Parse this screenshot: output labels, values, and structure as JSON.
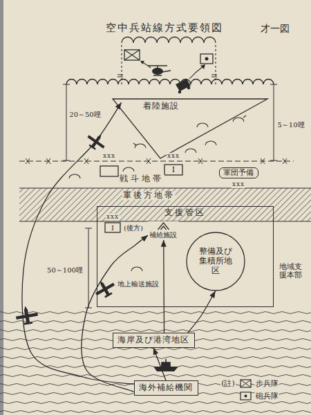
{
  "diagram": {
    "title": "空中兵站線方式要領図",
    "nodes": [
      {
        "text": [
          "着陸施設"
        ]
      },
      {
        "text": [
          "軍団予備"
        ]
      },
      {
        "text": [
          "支援管区"
        ]
      },
      {
        "text": [
          "補給施設"
        ],
        "in": 2
      },
      {
        "text": [
          "整備及び集積所地区"
        ],
        "in": 2
      },
      {
        "text": [
          "海岸及び港湾地区"
        ]
      },
      {
        "text": [
          "海外補給機関"
        ]
      }
    ],
    "edges": [
      {
        "from": 6,
        "to": 0,
        "arrow": "to"
      },
      {
        "from": 6,
        "to": 3,
        "arrow": "to"
      },
      {
        "from": 6,
        "to": 5,
        "arrow": "to"
      },
      {
        "from": 5,
        "to": 3,
        "arrow": "to"
      },
      {
        "from": 5,
        "to": 4,
        "arrow": "to"
      }
    ],
    "labels": [
      "才一図",
      "20～50哩",
      "5～10哩",
      "xxx",
      "xxx",
      "I",
      "戦斗地帯",
      "xxx",
      "軍後方地帯",
      "xxx",
      "I",
      "(後方)",
      "地上輸送施設",
      "地域支援本部",
      "50～100哩",
      "(註)"
    ],
    "legend": [
      {
        "text": "歩兵隊"
      },
      {
        "text": "砲兵隊"
      }
    ]
  }
}
